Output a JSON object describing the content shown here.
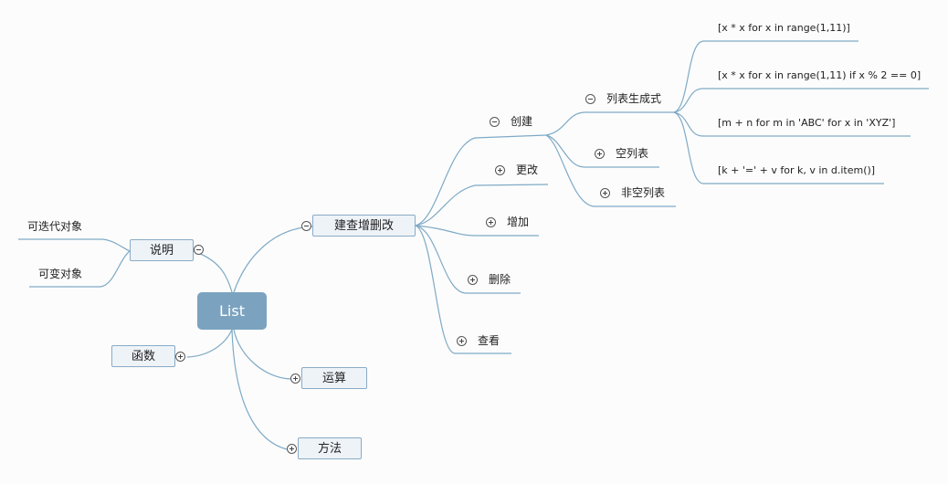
{
  "root": {
    "label": "List"
  },
  "explain": {
    "label": "说明",
    "items": [
      "可迭代对象",
      "可变对象"
    ]
  },
  "functions": {
    "label": "函数"
  },
  "crud": {
    "label": "建查增删改",
    "create": {
      "label": "创建",
      "comprehension": {
        "label": "列表生成式",
        "examples": [
          "[x * x for x in range(1,11)]",
          "[x * x for x in range(1,11) if x % 2 == 0]",
          "[m + n for m in 'ABC' for x in 'XYZ']",
          "[k + '=' + v for k, v in d.item()]"
        ]
      },
      "empty_list": "空列表",
      "non_empty_list": "非空列表"
    },
    "update": "更改",
    "add": "增加",
    "delete": "删除",
    "view": "查看"
  },
  "operations": {
    "label": "运算"
  },
  "methods": {
    "label": "方法"
  },
  "colors": {
    "root_fill": "#7ba3bf",
    "node_fill": "#eef3f8",
    "node_border": "#89abc5",
    "connector": "#7faac6"
  }
}
